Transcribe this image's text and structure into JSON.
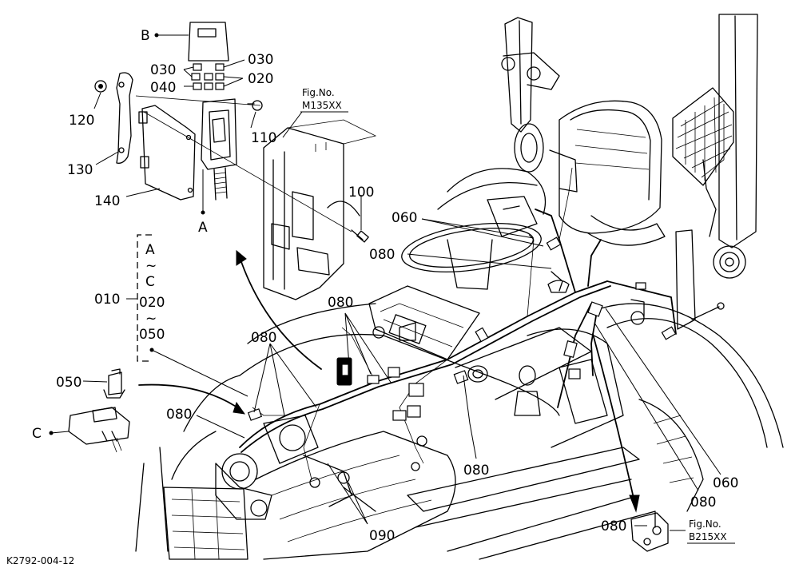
{
  "labels": {
    "B": "B",
    "A": "A",
    "C": "C",
    "p030_left": "030",
    "p030_right": "030",
    "p040": "040",
    "p020_top": "020",
    "p120": "120",
    "p110": "110",
    "p130": "130",
    "p140": "140",
    "p100": "100",
    "p060_upper": "060",
    "p080_upper": "080",
    "p010": "010",
    "brace_A": "A",
    "brace_tilde1": "~",
    "brace_C": "C",
    "brace_020": "020",
    "brace_tilde2": "~",
    "brace_050": "050",
    "p080_mid": "080",
    "p080_center": "080",
    "p050": "050",
    "p080_left": "080",
    "p080_lower": "080",
    "p090": "090",
    "p060_lower": "060",
    "p080_right": "080",
    "p080_bottom": "080"
  },
  "fig_refs": {
    "top_label": "Fig.No.",
    "top_number": "M135XX",
    "bottom_label": "Fig.No.",
    "bottom_number": "B215XX"
  },
  "drawing_code": "K2792-004-12"
}
